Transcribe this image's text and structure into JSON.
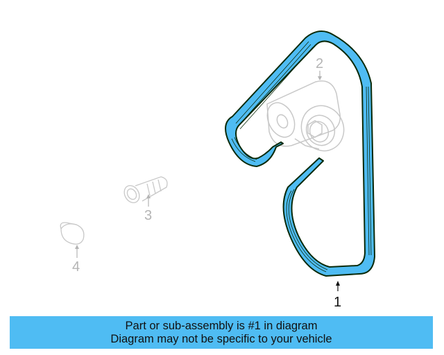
{
  "diagram": {
    "colors": {
      "belt_fill": "#4fbcf3",
      "belt_outline": "#0a2a0a",
      "ghost_parts": "#c8c8c8",
      "callout_active": "#111111",
      "callout_inactive": "#b4b4b4"
    },
    "callouts": [
      {
        "number": "1",
        "part": "belt",
        "highlighted": true
      },
      {
        "number": "2",
        "part": "tensioner",
        "highlighted": false
      },
      {
        "number": "3",
        "part": "bolt",
        "highlighted": false
      },
      {
        "number": "4",
        "part": "cap",
        "highlighted": false
      }
    ]
  },
  "banner": {
    "line1": "Part or sub-assembly is #1 in diagram",
    "line2": "Diagram may not be specific to your vehicle",
    "background": "#4fbcf3"
  }
}
